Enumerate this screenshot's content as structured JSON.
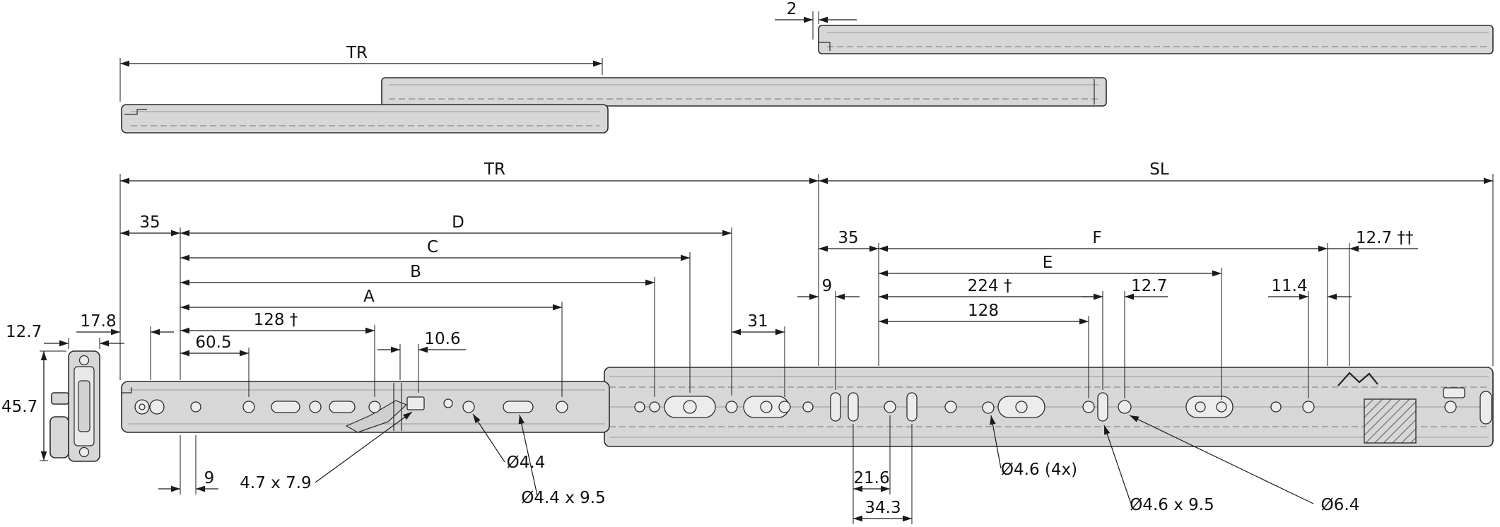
{
  "colors": {
    "line": "#1a1a1a",
    "rail_fill": "#d7d7d7",
    "hole_fill": "#ececec",
    "hatch": "#3a3a3a",
    "background": "#ffffff"
  },
  "top_view": {
    "gap": "2",
    "travel": "TR"
  },
  "side_view": {
    "tr": "TR",
    "sl": "SL",
    "left": {
      "d35": "35",
      "D": "D",
      "C": "C",
      "B": "B",
      "A": "A",
      "d128": "128 †",
      "d60_5": "60.5",
      "d10_6": "10.6",
      "d17_8": "17.8",
      "d31": "31",
      "d9": "9",
      "rect_hole": "4.7 x 7.9",
      "hole_44": "Ø4.4",
      "slot_44": "Ø4.4 x 9.5"
    },
    "right": {
      "d35": "35",
      "F": "F",
      "E": "E",
      "d224": "224 †",
      "d128": "128",
      "d12_7": "12.7",
      "d12_7dd": "12.7 ††",
      "d11_4": "11.4",
      "d9": "9",
      "d21_6": "21.6",
      "d34_3": "34.3",
      "hole_46": "Ø4.6 (4x)",
      "slot_46": "Ø4.6 x 9.5",
      "hole_64": "Ø6.4"
    }
  },
  "section_view": {
    "width": "12.7",
    "height": "45.7"
  }
}
